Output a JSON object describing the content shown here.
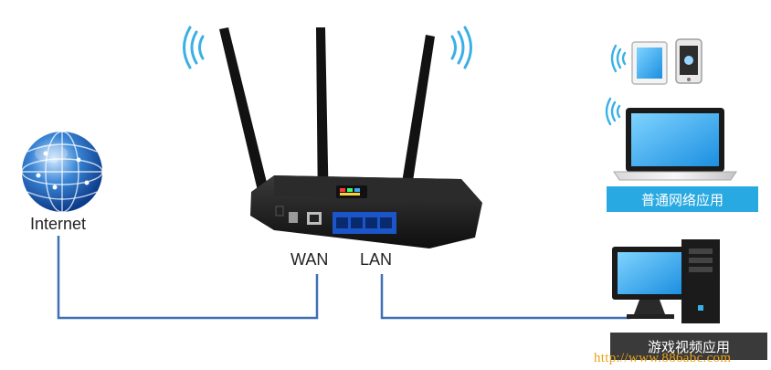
{
  "labels": {
    "internet": "Internet",
    "wan": "WAN",
    "lan": "LAN",
    "wireless_apps": "普通网络应用",
    "gaming_apps": "游戏视频应用",
    "watermark": "http://www.886abc.com"
  },
  "colors": {
    "connector_line": "#3f6fb5",
    "banner_blue": "#29a9e1",
    "banner_dark": "#3a3a3a",
    "wifi_signal": "#3bb0e6",
    "watermark": "#e9a21a"
  },
  "icons": [
    "globe-icon",
    "router-icon",
    "tablet-icon",
    "phone-icon",
    "laptop-icon",
    "desktop-computer-icon",
    "wifi-signal-icon"
  ]
}
